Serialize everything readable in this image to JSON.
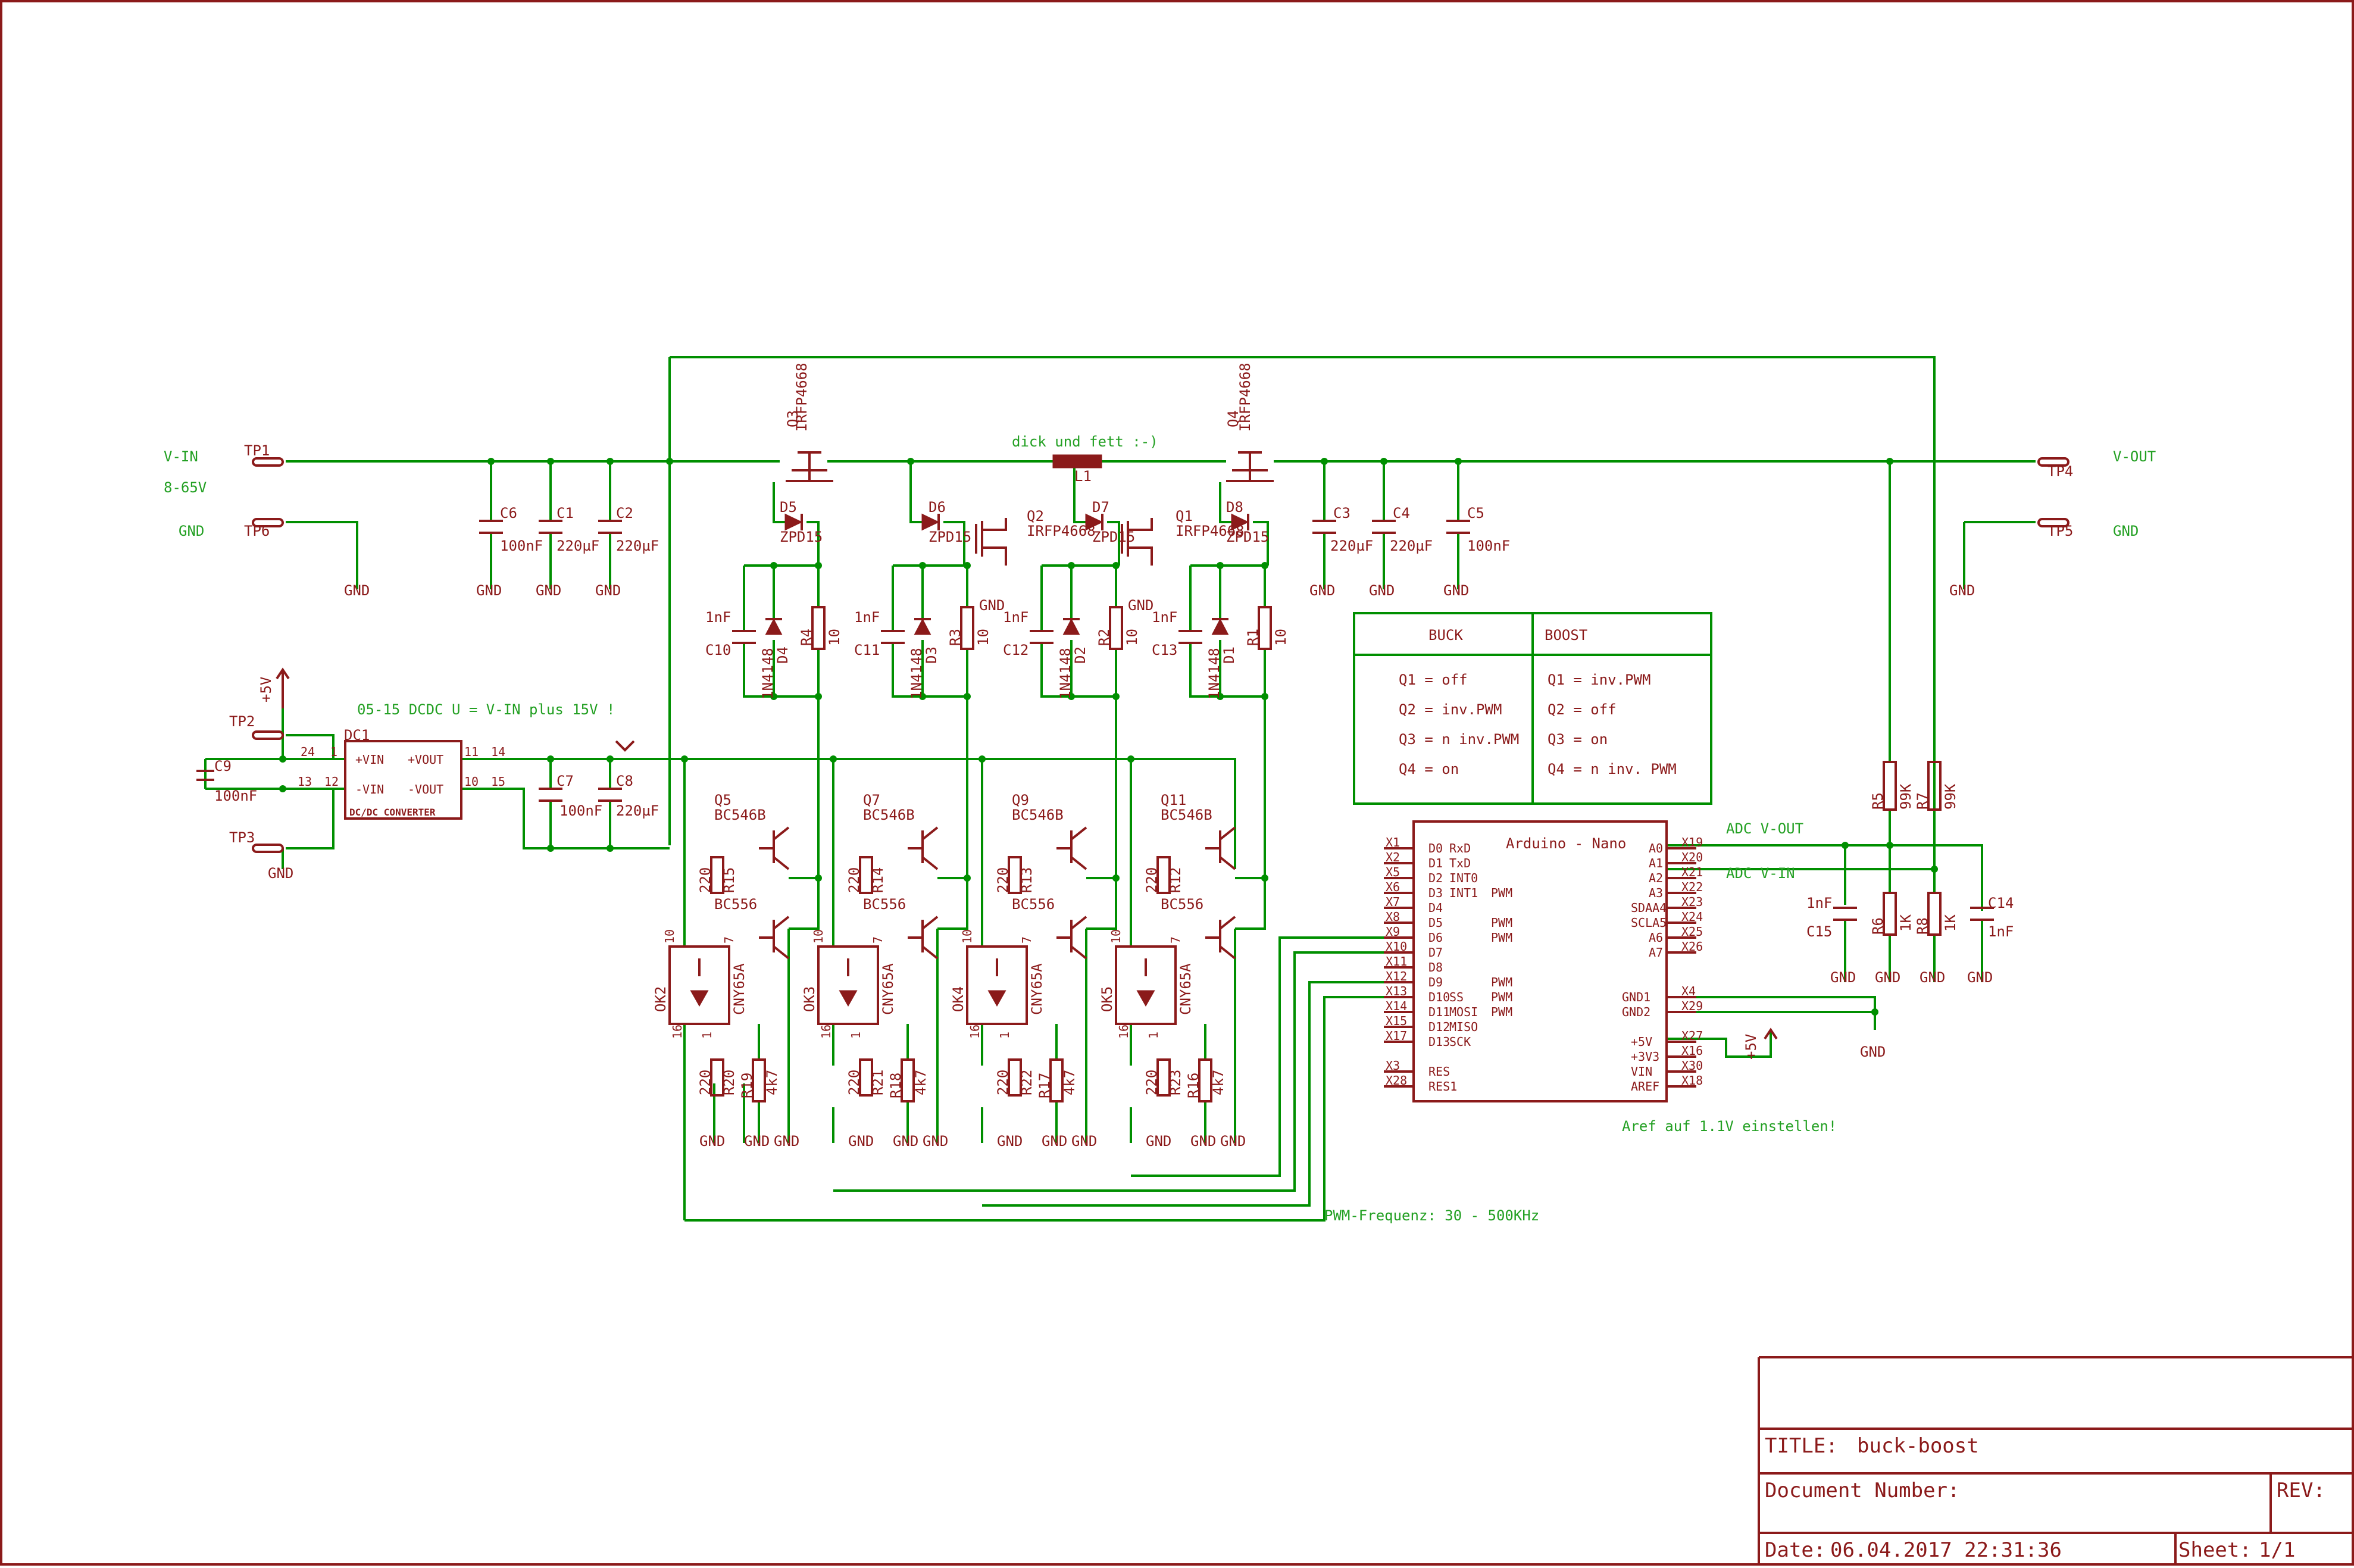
{
  "colors": {
    "wire": "#008f00",
    "wire_text": "#23a023",
    "symbol": "#8b1a1a",
    "background": "#ffffff"
  },
  "labels": {
    "vin": "V-IN",
    "vin_range": "8-65V",
    "gnd": "GND",
    "vout": "V-OUT",
    "note_inductor": "dick und fett :-)",
    "inductor": "L1",
    "dcdc_note": "05-15 DCDC   U = V-IN plus 15V !",
    "adc_vout": "ADC  V-OUT",
    "adc_vin": "ADC  V-IN",
    "aref_note": "Aref auf 1.1V einstellen!",
    "pwm_note": "PWM-Frequenz: 30 - 500KHz",
    "plus5v": "+5V"
  },
  "power_parts": {
    "q3": "Q3",
    "q4": "Q4",
    "q2": "Q2",
    "q1": "Q1",
    "irfp": "IRFP4668",
    "d5": "D5",
    "d6": "D6",
    "d7": "D7",
    "d8": "D8",
    "zpd": "ZPD15",
    "c1": "C1",
    "c2": "C2",
    "c3": "C3",
    "c4": "C4",
    "c5": "C5",
    "c6": "C6",
    "c7": "C7",
    "c8": "C8",
    "c9": "C9",
    "c10": "C10",
    "c11": "C11",
    "c12": "C12",
    "c13": "C13",
    "c14": "C14",
    "c15": "C15",
    "cap_100n": "100nF",
    "cap_220u": "220µF",
    "cap_1n": "1nF",
    "d1": "D1",
    "d2": "D2",
    "d3": "D3",
    "d4": "D4",
    "diode_1n4148": "1N4148",
    "r1": "R1",
    "r2": "R2",
    "r3": "R3",
    "r4": "R4",
    "r10": "10",
    "tp1": "TP1",
    "tp2": "TP2",
    "tp3": "TP3",
    "tp4": "TP4",
    "tp5": "TP5",
    "tp6": "TP6",
    "r5": "R5",
    "r7": "R7",
    "r6": "R6",
    "r8": "R8",
    "r99k": "99K",
    "r1k": "1K"
  },
  "dcdc": {
    "name": "DC1",
    "pin_vin_p": "+VIN",
    "pin_vin_n": "-VIN",
    "pin_vout_p": "+VOUT",
    "pin_vout_n": "-VOUT",
    "body": "DC/DC CONVERTER",
    "pins": [
      "24",
      "1",
      "13",
      "12",
      "11",
      "14",
      "10",
      "15"
    ]
  },
  "drivers": [
    {
      "qn": "Q5",
      "qp": "BC556",
      "npn": "BC546B",
      "rb": "R15",
      "rbv": "220",
      "ok": "OK2",
      "ok_type": "CNY65A",
      "rt": "R20",
      "rtv": "220",
      "rl": "R19",
      "rlv": "4k7"
    },
    {
      "qn": "Q7",
      "qp": "BC556",
      "npn": "BC546B",
      "rb": "R14",
      "rbv": "220",
      "ok": "OK3",
      "ok_type": "CNY65A",
      "rt": "R21",
      "rtv": "220",
      "rl": "R18",
      "rlv": "4k7"
    },
    {
      "qn": "Q9",
      "qp": "BC556",
      "npn": "BC546B",
      "rb": "R13",
      "rbv": "220",
      "ok": "OK4",
      "ok_type": "CNY65A",
      "rt": "R22",
      "rtv": "220",
      "rl": "R17",
      "rlv": "4k7"
    },
    {
      "qn": "Q11",
      "qp": "BC556",
      "npn": "BC546B",
      "rb": "R12",
      "rbv": "220",
      "ok": "OK5",
      "ok_type": "CNY65A",
      "rt": "R23",
      "rtv": "220",
      "rl": "R16",
      "rlv": "4k7"
    }
  ],
  "ok_pins": [
    "10",
    "7",
    "16",
    "1"
  ],
  "table": {
    "headers": [
      "BUCK",
      "BOOST"
    ],
    "rows": [
      [
        "Q1 = off",
        "Q1 = inv.PWM"
      ],
      [
        "Q2 = inv.PWM",
        "Q2 = off"
      ],
      [
        "Q3 = n inv.PWM",
        "Q3 = on"
      ],
      [
        "Q4 = on",
        "Q4 = n inv. PWM"
      ]
    ]
  },
  "arduino": {
    "title": "Arduino - Nano",
    "left_x": [
      "X1",
      "X2",
      "X5",
      "X6",
      "X7",
      "X8",
      "X9",
      "X10",
      "X11",
      "X12",
      "X13",
      "X14",
      "X15",
      "X17"
    ],
    "left_pins": [
      "D0",
      "D1",
      "D2",
      "D3",
      "D4",
      "D5",
      "D6",
      "D7",
      "D8",
      "D9",
      "D10",
      "D11",
      "D12",
      "D13"
    ],
    "left_funcs": [
      "RxD",
      "TxD",
      "INT0",
      "INT1",
      "",
      "",
      "",
      "",
      "",
      "",
      "SS",
      "MOSI",
      "MISO",
      "SCK"
    ],
    "pwm": [
      "",
      "",
      "",
      "PWM",
      "",
      "PWM",
      "PWM",
      "",
      "",
      "PWM",
      "PWM",
      "PWM",
      "",
      ""
    ],
    "res_x": [
      "X3",
      "X28"
    ],
    "res_pins": [
      "RES",
      "RES1"
    ],
    "right_x": [
      "X19",
      "X20",
      "X21",
      "X22",
      "X23",
      "X24",
      "X25",
      "X26"
    ],
    "right_pins": [
      "A0",
      "A1",
      "A2",
      "A3",
      "A4",
      "A5",
      "A6",
      "A7"
    ],
    "right_funcs": [
      "",
      "",
      "",
      "",
      "SDA",
      "SCL",
      "",
      ""
    ],
    "gnd_x": [
      "X4",
      "X29"
    ],
    "gnd_pins": [
      "GND1",
      "GND2"
    ],
    "pwr_x": [
      "X27",
      "X16",
      "X30",
      "X18"
    ],
    "pwr_pins": [
      "+5V",
      "+3V3",
      "VIN",
      "AREF"
    ]
  },
  "title_block": {
    "title_label": "TITLE:",
    "title": "buck-boost",
    "docnum_label": "Document Number:",
    "rev_label": "REV:",
    "date_label": "Date:",
    "date": "06.04.2017 22:31:36",
    "sheet_label": "Sheet:",
    "sheet": "1/1"
  }
}
